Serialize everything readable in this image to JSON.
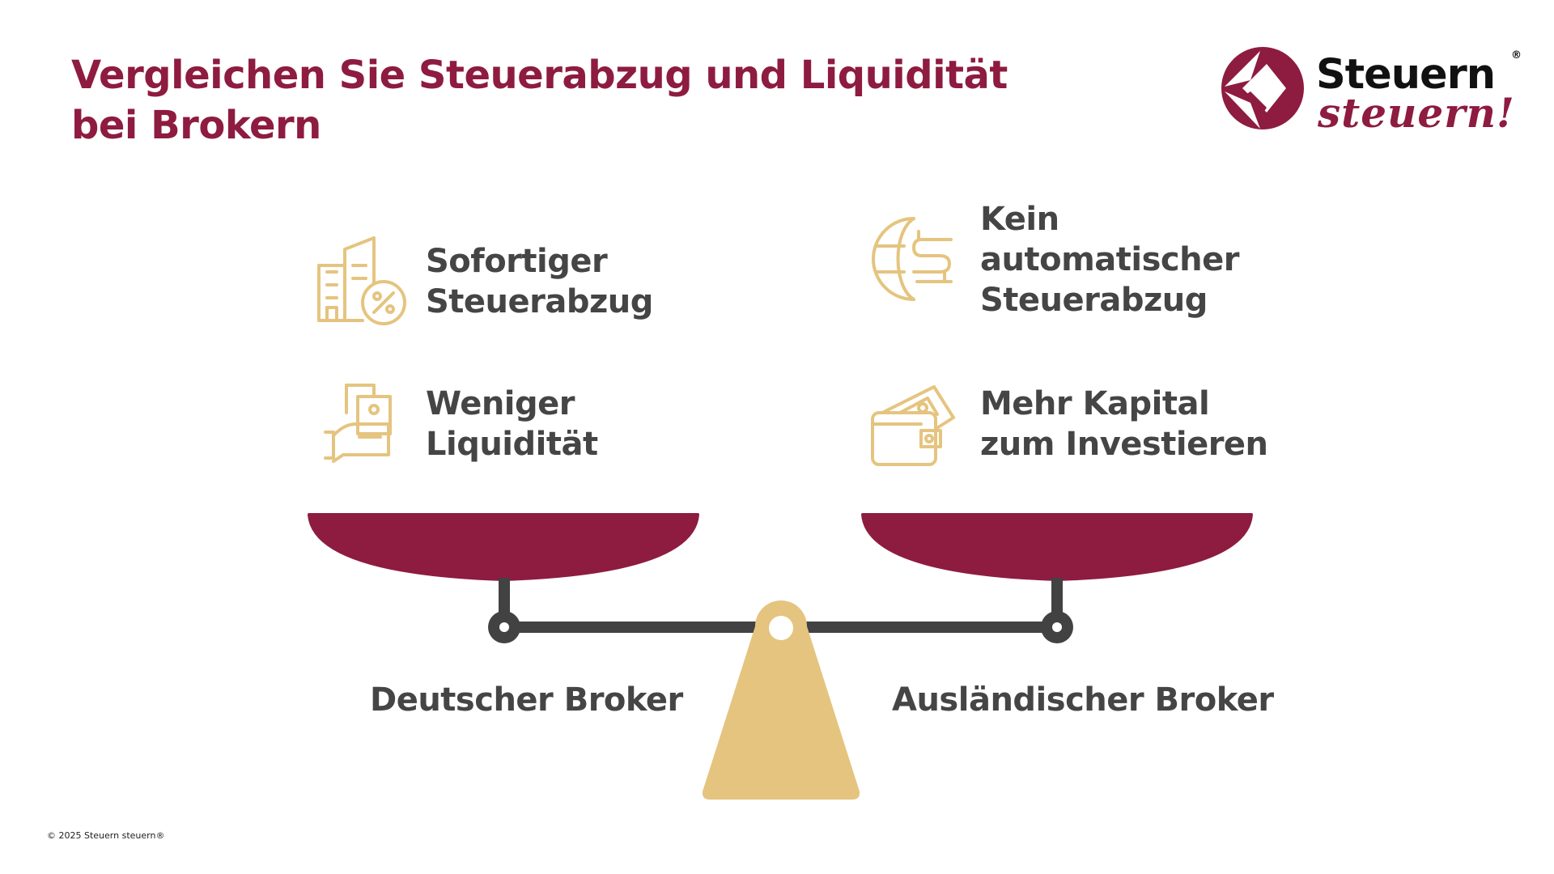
{
  "title": {
    "line1": "Vergleichen Sie Steuerabzug und Liquidität",
    "line2": "bei Brokern"
  },
  "logo": {
    "word1": "Steuern",
    "word2": "steuern!",
    "registered": "®"
  },
  "features": [
    {
      "lines": [
        "Sofortiger",
        "Steuerabzug"
      ],
      "icon": "building-percent-icon"
    },
    {
      "lines": [
        "Kein",
        "automatischer",
        "Steuerabzug"
      ],
      "icon": "globe-currency-icon"
    },
    {
      "lines": [
        "Weniger",
        "Liquidität"
      ],
      "icon": "hand-money-icon"
    },
    {
      "lines": [
        "Mehr Kapital",
        "zum Investieren"
      ],
      "icon": "wallet-money-icon"
    }
  ],
  "brokers": {
    "left": "Deutscher Broker",
    "right": "Ausländischer Broker"
  },
  "colors": {
    "brand": "#8e1b40",
    "gold": "#e5c47f",
    "text": "#454545",
    "beam": "#424242"
  },
  "footer": "© 2025 Steuern steuern®"
}
